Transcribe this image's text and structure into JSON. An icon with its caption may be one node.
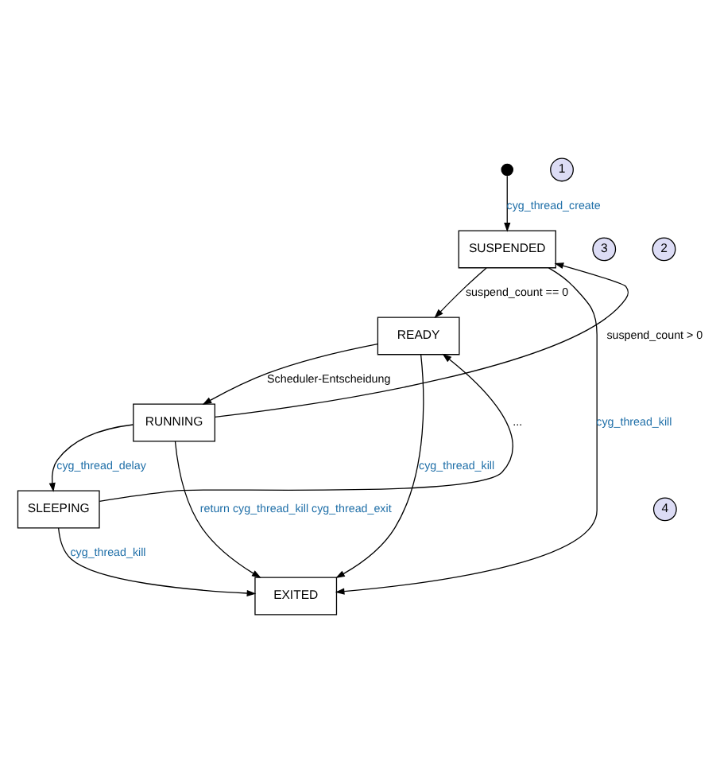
{
  "diagram": {
    "nodes": [
      {
        "text": [],
        "shape": "circle"
      },
      {
        "text": [
          "1"
        ]
      },
      {
        "text": [
          "3"
        ]
      },
      {
        "text": [
          "SUSPENDED"
        ]
      },
      {
        "text": [
          "2"
        ]
      },
      {
        "text": [
          "READY"
        ]
      },
      {
        "text": [
          "RUNNING"
        ]
      },
      {
        "text": [
          "4"
        ]
      },
      {
        "text": [
          "SLEEPING"
        ]
      },
      {
        "text": [
          "EXITED"
        ]
      }
    ],
    "edges": [
      {
        "from": 0,
        "to": 3,
        "arrow": "to",
        "label": "cyg_thread_create"
      },
      {
        "from": 3,
        "to": 5,
        "arrow": "to",
        "label": "suspend_count == 0"
      },
      {
        "from": 6,
        "to": 3,
        "arrow": "to",
        "label": "suspend_count > 0"
      },
      {
        "from": 5,
        "to": 6,
        "arrow": "to",
        "label": "Scheduler-Entscheidung"
      },
      {
        "from": 6,
        "to": 8,
        "arrow": "to",
        "label": "cyg_thread_delay"
      },
      {
        "from": 8,
        "to": 5,
        "arrow": "to",
        "label": "..."
      },
      {
        "from": 5,
        "to": 9,
        "arrow": "to",
        "label": "cyg_thread_kill"
      },
      {
        "from": 3,
        "to": 9,
        "arrow": "to",
        "label": "cyg_thread_kill"
      },
      {
        "from": 8,
        "to": 9,
        "arrow": "to",
        "label": "cyg_thread_kill"
      },
      {
        "from": 6,
        "to": 9,
        "arrow": "to",
        "label": "return cyg_thread_kill cyg_thread_exit"
      }
    ]
  }
}
